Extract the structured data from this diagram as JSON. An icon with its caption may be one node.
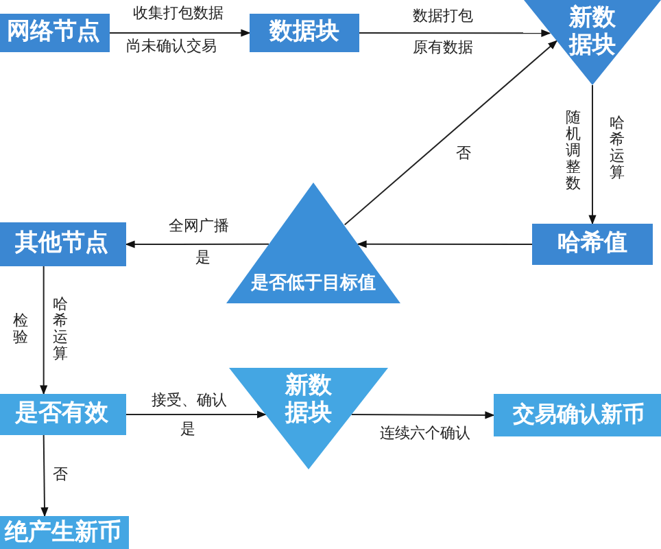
{
  "diagram": {
    "nodes": [
      {
        "text": [
          "网络节点"
        ]
      },
      {
        "text": [
          "数据块"
        ]
      },
      {
        "text": [
          "新数据块"
        ]
      },
      {
        "text": [
          "哈希值"
        ]
      },
      {
        "text": [
          "是否低于目标值"
        ]
      },
      {
        "text": [
          "其他节点"
        ]
      },
      {
        "text": [
          "是否有效"
        ]
      },
      {
        "text": [
          "新数据块"
        ]
      },
      {
        "text": [
          "交易确认新币"
        ]
      },
      {
        "text": [
          "绝产生新币"
        ]
      }
    ],
    "edges": [
      {
        "from": 0,
        "to": 1,
        "arrow": "to",
        "label": "收集打包数据"
      },
      {
        "from": 1,
        "to": 2,
        "arrow": "to",
        "label": "数据打包"
      },
      {
        "from": 2,
        "to": 3,
        "arrow": "to",
        "label": "哈希运算"
      },
      {
        "from": 3,
        "to": 4,
        "arrow": "to"
      },
      {
        "from": 4,
        "to": 2,
        "arrow": "to",
        "label": "否"
      },
      {
        "from": 4,
        "to": 5,
        "arrow": "to",
        "label": "全网广播"
      },
      {
        "from": 5,
        "to": 6,
        "arrow": "to",
        "label": "哈希运算"
      },
      {
        "from": 6,
        "to": 7,
        "arrow": "to",
        "label": "接受、确认"
      },
      {
        "from": 7,
        "to": 8,
        "arrow": "to",
        "label": "连续六个确认"
      },
      {
        "from": 6,
        "to": 9,
        "arrow": "to",
        "label": "否"
      }
    ],
    "labels": [
      "尚未确认交易",
      "原有数据",
      "随机调整数",
      "是",
      "检验",
      "是"
    ]
  }
}
